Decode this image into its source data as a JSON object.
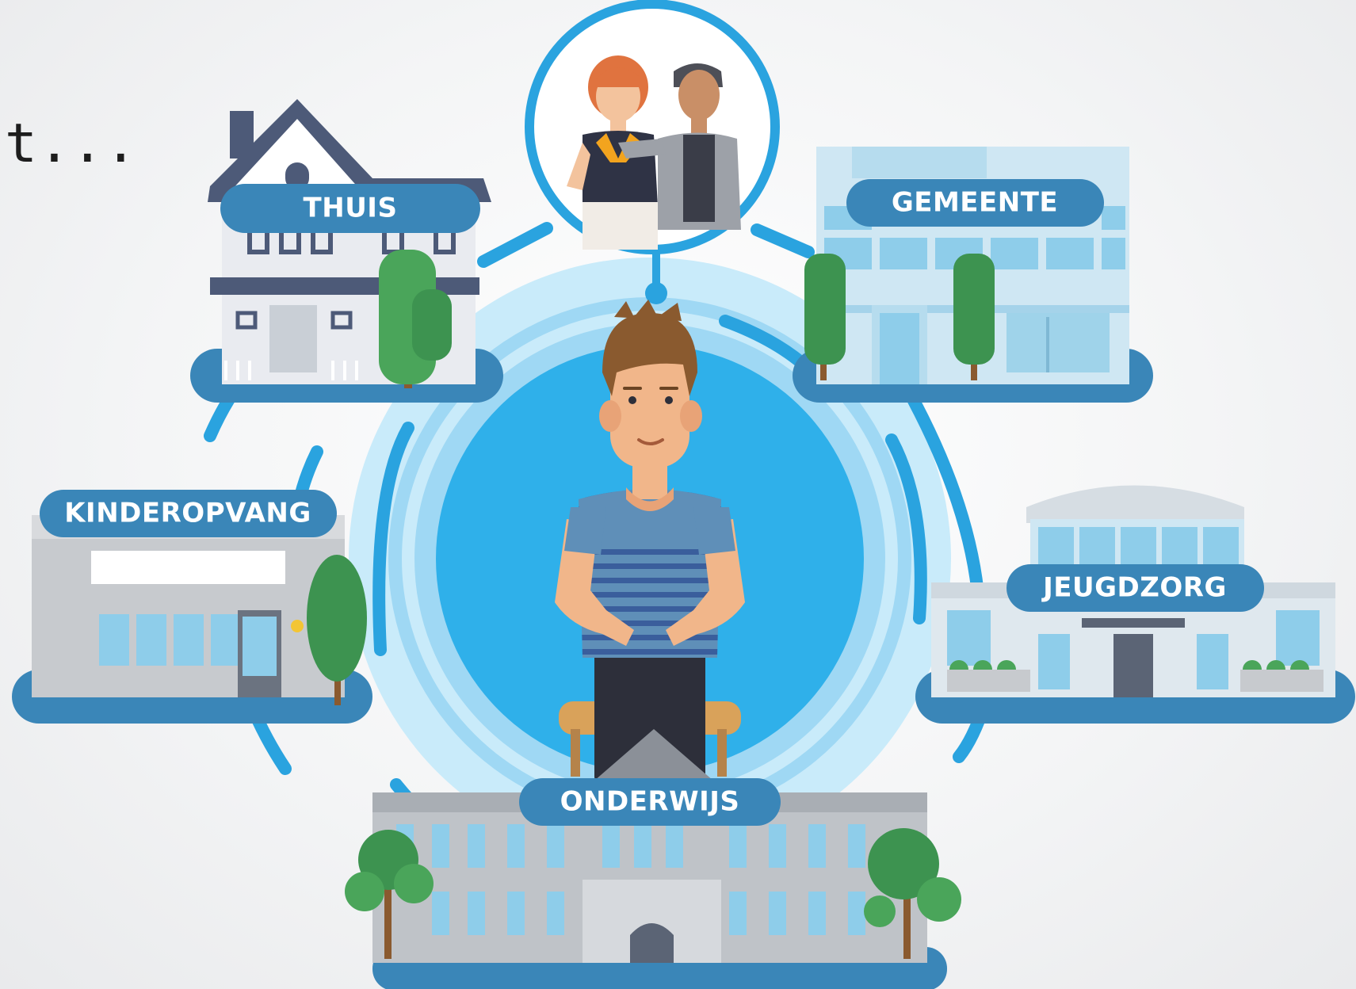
{
  "caption": "t...",
  "labels": {
    "thuis": "THUIS",
    "gemeente": "GEMEENTE",
    "kinderopvang": "KINDEROPVANG",
    "jeugdzorg": "JEUGDZORG",
    "onderwijs": "ONDERWIJS"
  },
  "colors": {
    "primary_blue": "#3a86b8",
    "bright_blue": "#29a8e4",
    "light_blue": "#aee0f7"
  }
}
